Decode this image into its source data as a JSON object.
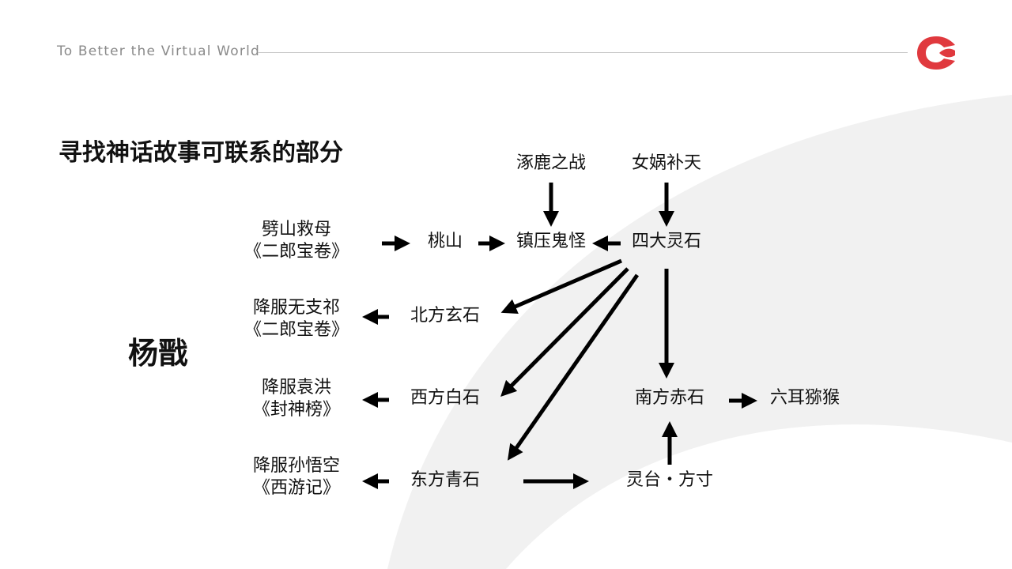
{
  "header": {
    "tagline": "To Better the Virtual World"
  },
  "colors": {
    "brand": "#e0393e",
    "swoosh": "#f1f1f1",
    "text": "#111111",
    "tagline": "#8a8a8a"
  },
  "slide": {
    "title": "寻找神话故事可联系的部分",
    "person": "杨戬"
  },
  "nodes": {
    "zhuolu": {
      "line1": "涿鹿之战"
    },
    "nvwa": {
      "line1": "女娲补天"
    },
    "pishan": {
      "line1": "劈山救母",
      "line2": "《二郎宝卷》"
    },
    "taoshan": {
      "line1": "桃山"
    },
    "zhenya": {
      "line1": "镇压鬼怪"
    },
    "sida": {
      "line1": "四大灵石"
    },
    "xiangfu_wuzhiqi": {
      "line1": "降服无支祁",
      "line2": "《二郎宝卷》"
    },
    "beifang": {
      "line1": "北方玄石"
    },
    "xiangfu_yuanhong": {
      "line1": "降服袁洪",
      "line2": "《封神榜》"
    },
    "xifang": {
      "line1": "西方白石"
    },
    "nanfang": {
      "line1": "南方赤石"
    },
    "liuer": {
      "line1": "六耳猕猴"
    },
    "xiangfu_sunwukong": {
      "line1": "降服孙悟空",
      "line2": "《西游记》"
    },
    "dongfang": {
      "line1": "东方青石"
    },
    "lingtai": {
      "line1": "灵台・方寸"
    }
  }
}
